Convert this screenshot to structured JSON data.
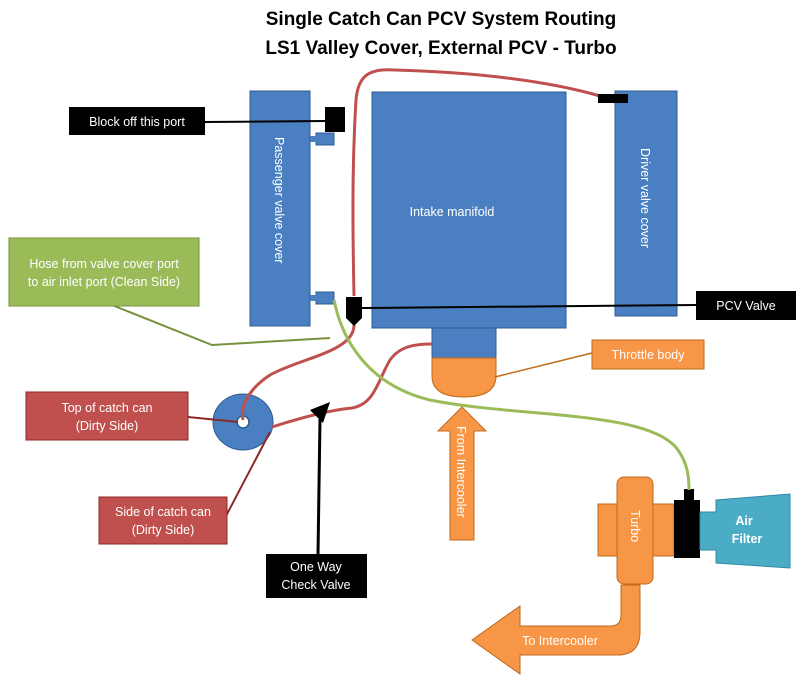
{
  "title": {
    "line1": "Single Catch Can PCV System Routing",
    "line2": "LS1 Valley Cover, External PCV - Turbo"
  },
  "components": {
    "passenger_valve_cover": "Passenger valve cover",
    "intake_manifold": "Intake manifold",
    "driver_valve_cover": "Driver  valve cover",
    "turbo": "Turbo",
    "air_filter": {
      "line1": "Air",
      "line2": "Filter"
    },
    "from_intercooler": "From Intercooler",
    "to_intercooler": "To Intercooler"
  },
  "callouts": {
    "block_off": "Block off this port",
    "hose_clean": {
      "line1": "Hose from valve cover  port",
      "line2": "to air inlet port (Clean Side)"
    },
    "pcv_valve": "PCV Valve",
    "throttle_body": "Throttle body",
    "top_catch_can": {
      "line1": "Top of catch can",
      "line2": "(Dirty Side)"
    },
    "side_catch_can": {
      "line1": "Side of catch can",
      "line2": "(Dirty Side)"
    },
    "check_valve": {
      "line1": "One Way",
      "line2": "Check Valve"
    }
  },
  "colors": {
    "component_blue": "#4a7fc1",
    "component_blue_border": "#2f5b91",
    "orange": "#f79646",
    "orange_border": "#c26a1a",
    "red_box": "#c0504d",
    "green_box": "#9bbb59",
    "black_box": "#000000",
    "teal": "#4bacc6",
    "hose_red": "#c0504d",
    "hose_green": "#9bbb59"
  }
}
